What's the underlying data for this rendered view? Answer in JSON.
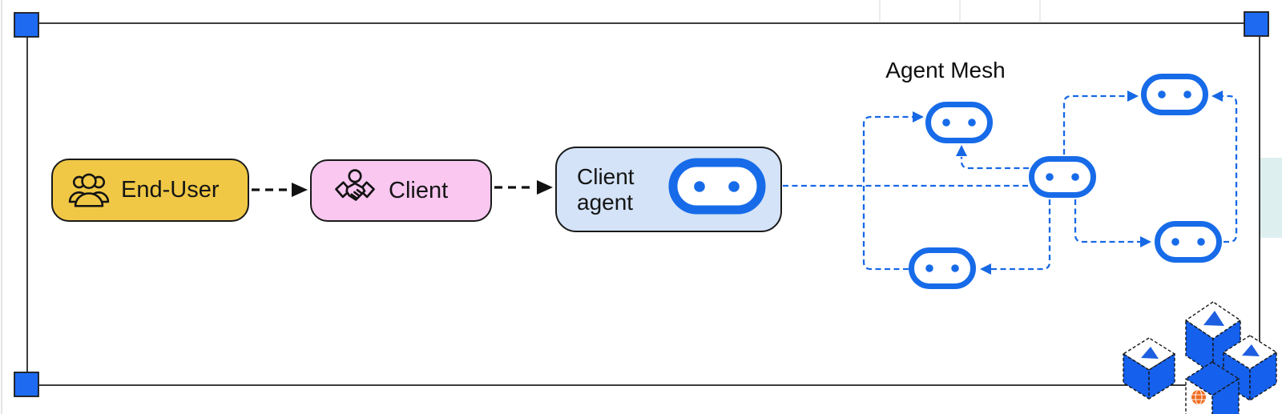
{
  "mesh": {
    "label": "Agent Mesh",
    "agent_icon": "robot-icon",
    "agent_count": 5,
    "line_color": "#1768E5",
    "connections": [
      {
        "from": "client-agent",
        "to": "hub-agent"
      },
      {
        "from": "hub-agent",
        "to": "agent-top-left"
      },
      {
        "from": "agent-bottom-left",
        "to": "agent-top-left"
      },
      {
        "from": "hub-agent",
        "to": "agent-top-right"
      },
      {
        "from": "agent-bottom-right",
        "to": "agent-top-right"
      },
      {
        "from": "hub-agent",
        "to": "agent-bottom-right"
      },
      {
        "from": "hub-agent",
        "to": "agent-bottom-left"
      }
    ]
  },
  "nodes": {
    "end_user": {
      "label": "End-User",
      "icon": "people-group-icon",
      "fill": "#F0C845"
    },
    "client": {
      "label": "Client",
      "icon": "handshake-icon",
      "fill": "#F9C7F0"
    },
    "client_agent": {
      "label": "Client agent",
      "icon": "robot-icon",
      "fill": "#D4E3F8"
    }
  },
  "frame": {
    "handle_color": "#1E6BF2",
    "border_color": "#3c3c3c"
  },
  "logo": {
    "name": "solace-cubes-logo",
    "cube_color": "#1560EC",
    "globe_color": "#EF6C1F"
  },
  "colors": {
    "arrow_black": "#111111",
    "mesh_blue": "#1768E5",
    "teal_band": "#DEEFF0"
  }
}
